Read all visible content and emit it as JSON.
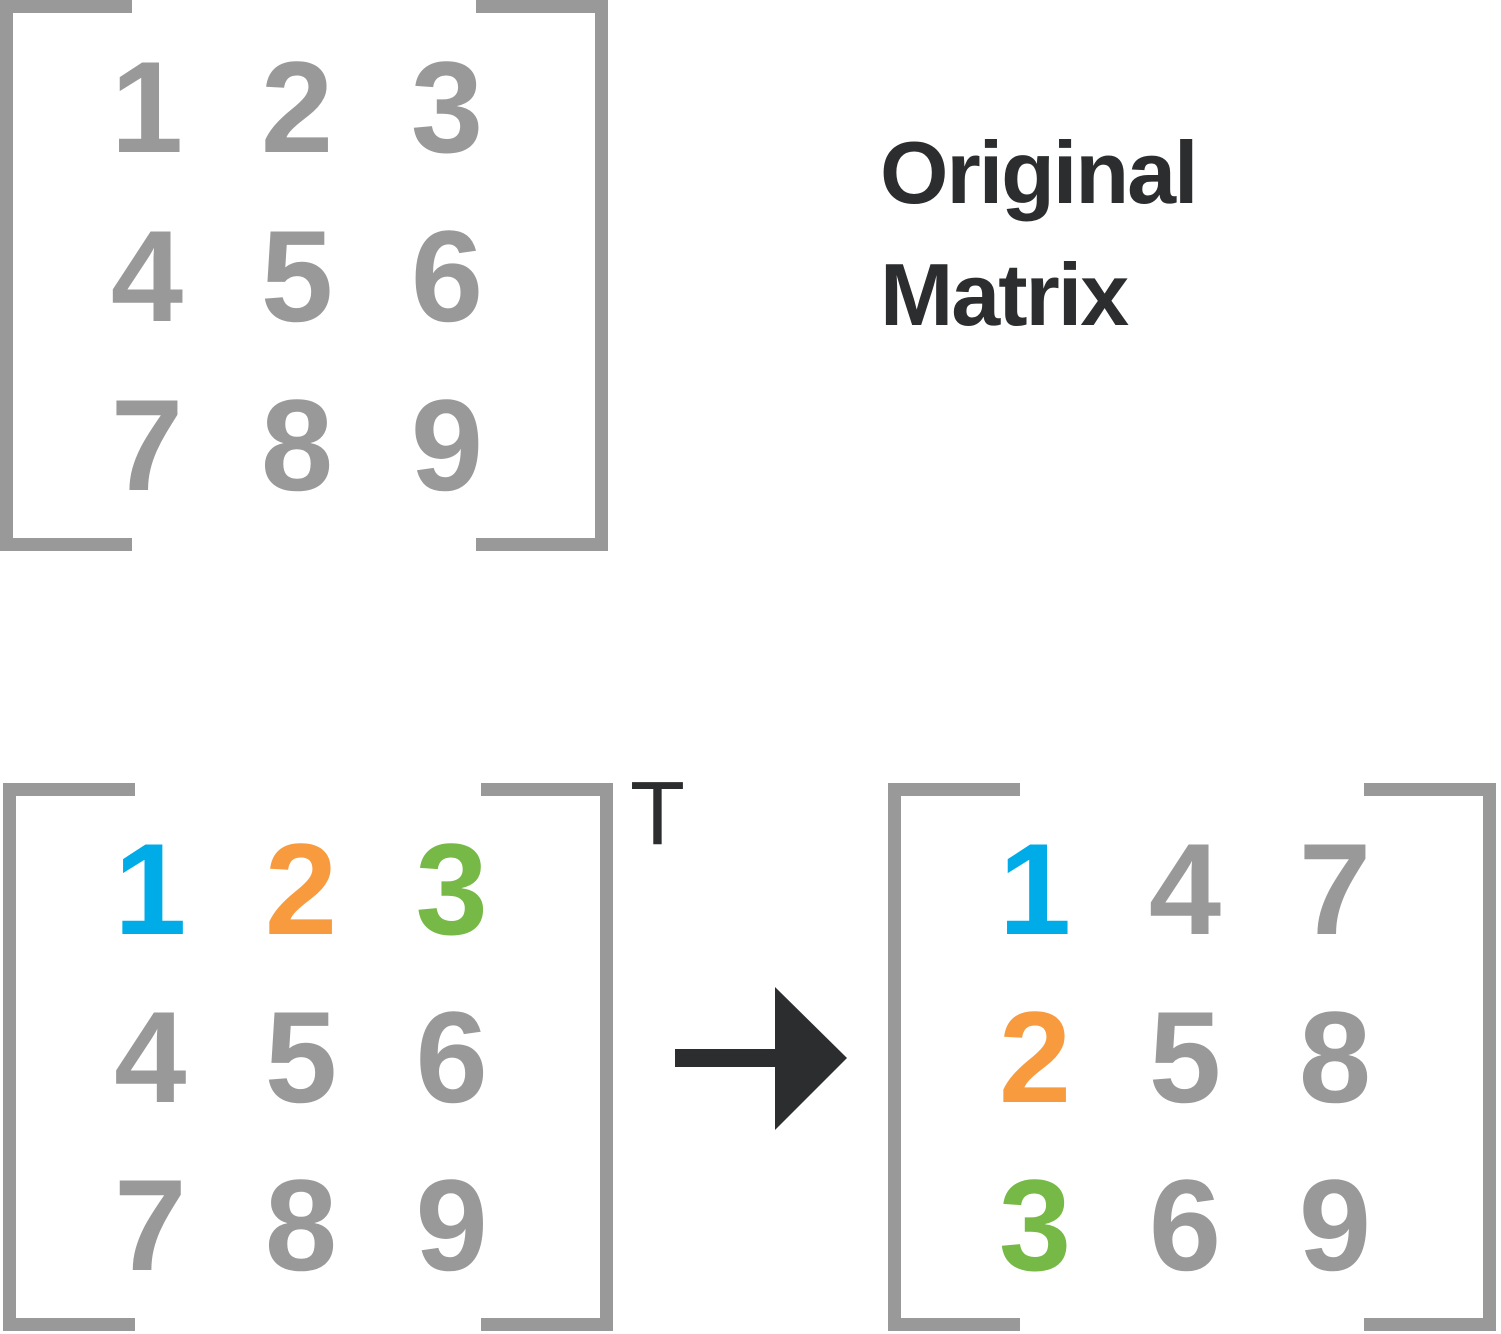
{
  "title": {
    "line1": "Original",
    "line2": "Matrix"
  },
  "transpose_symbol": "T",
  "colors": {
    "gray": "#999999",
    "dark": "#2b2d2e",
    "blue": "#00ace8",
    "orange": "#f79b3e",
    "green": "#76b947"
  },
  "icons": {
    "transpose_arrow": "right-arrow"
  },
  "matrices": {
    "original": {
      "values": [
        "1",
        "2",
        "3",
        "4",
        "5",
        "6",
        "7",
        "8",
        "9"
      ],
      "colors": [
        "#999999",
        "#999999",
        "#999999",
        "#999999",
        "#999999",
        "#999999",
        "#999999",
        "#999999",
        "#999999"
      ]
    },
    "before": {
      "values": [
        "1",
        "2",
        "3",
        "4",
        "5",
        "6",
        "7",
        "8",
        "9"
      ],
      "colors": [
        "#00ace8",
        "#f79b3e",
        "#76b947",
        "#999999",
        "#999999",
        "#999999",
        "#999999",
        "#999999",
        "#999999"
      ]
    },
    "transposed": {
      "values": [
        "1",
        "4",
        "7",
        "2",
        "5",
        "8",
        "3",
        "6",
        "9"
      ],
      "colors": [
        "#00ace8",
        "#999999",
        "#999999",
        "#f79b3e",
        "#999999",
        "#999999",
        "#76b947",
        "#999999",
        "#999999"
      ]
    }
  }
}
